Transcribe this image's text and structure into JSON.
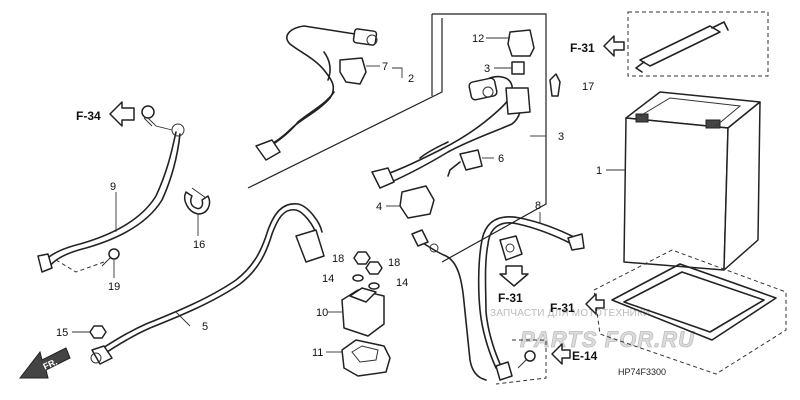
{
  "callouts": {
    "n1": "1",
    "n2": "2",
    "n3": "3",
    "n3b": "3",
    "n4": "4",
    "n5": "5",
    "n6": "6",
    "n7": "7",
    "n8": "8",
    "n9": "9",
    "n10": "10",
    "n11": "11",
    "n12": "12",
    "n14a": "14",
    "n14b": "14",
    "n15": "15",
    "n16": "16",
    "n17": "17",
    "n18a": "18",
    "n18b": "18",
    "n19": "19"
  },
  "references": {
    "f31_top": "F-31",
    "f34": "F-34",
    "f31_mid": "F-31",
    "f31_right": "F-31",
    "e14": "E-14"
  },
  "front_marker": "FR.",
  "drawing_code": "HP74F3300",
  "watermark": {
    "line1": "ЗАПЧАСТИ ДЛЯ МОТОТЕХНИКИ",
    "line2": "PARTS FOR.RU"
  }
}
